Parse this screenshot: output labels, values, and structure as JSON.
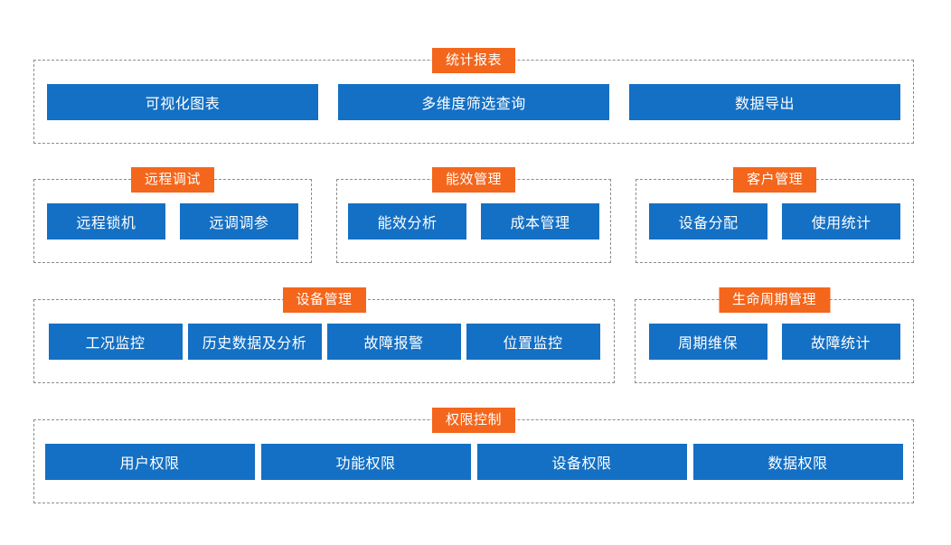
{
  "theme": {
    "accent_orange": "#F4661B",
    "node_blue": "#1470C4",
    "border_dashed": "#8c8c8c",
    "background": "#FFFFFF",
    "node_text": "#FFFFFF"
  },
  "diagram": {
    "type": "platform-function-map",
    "rows": [
      {
        "id": "report",
        "groups": [
          {
            "id": "statistical-report",
            "title": "统计报表",
            "nodes": [
              "可视化图表",
              "多维度筛选查询",
              "数据导出"
            ]
          }
        ]
      },
      {
        "id": "two",
        "groups": [
          {
            "id": "remote-debug",
            "title": "远程调试",
            "nodes": [
              "远程锁机",
              "远调调参"
            ]
          },
          {
            "id": "energy-efficiency",
            "title": "能效管理",
            "nodes": [
              "能效分析",
              "成本管理"
            ]
          },
          {
            "id": "customer-management",
            "title": "客户管理",
            "nodes": [
              "设备分配",
              "使用统计"
            ]
          }
        ]
      },
      {
        "id": "three",
        "groups": [
          {
            "id": "device-management",
            "title": "设备管理",
            "nodes": [
              "工况监控",
              "历史数据及分析",
              "故障报警",
              "位置监控"
            ]
          },
          {
            "id": "lifecycle-management",
            "title": "生命周期管理",
            "nodes": [
              "周期维保",
              "故障统计"
            ]
          }
        ]
      },
      {
        "id": "permission",
        "groups": [
          {
            "id": "permission-control",
            "title": "权限控制",
            "nodes": [
              "用户权限",
              "功能权限",
              "设备权限",
              "数据权限"
            ]
          }
        ]
      }
    ]
  }
}
